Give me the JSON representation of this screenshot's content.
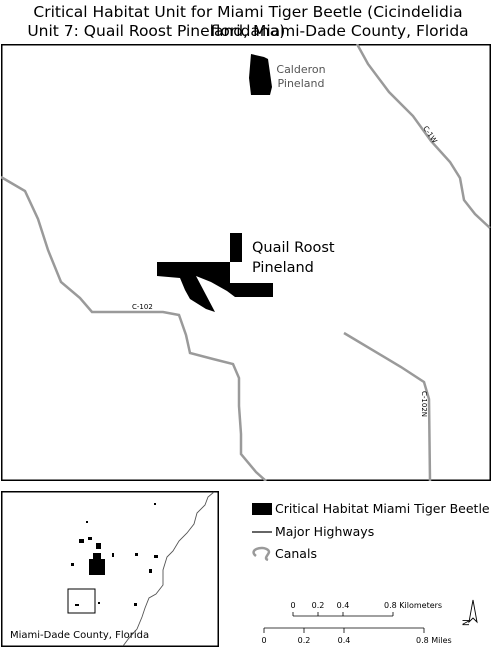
{
  "title": {
    "line1": "Critical Habitat Unit for Miami Tiger Beetle (Cicindelidia floridana)",
    "line2": "Unit 7: Quail Roost Pineland, Miami-Dade County, Florida"
  },
  "main_map": {
    "places": {
      "calderon_line1": "Calderon",
      "calderon_line2": "Pineland",
      "quail_line1": "Quail Roost",
      "quail_line2": "Pineland"
    },
    "canals": {
      "c1w": "C-1W",
      "c102": "C-102",
      "c102n": "C-102N"
    },
    "north_arrow": "N"
  },
  "inset": {
    "label": "Miami-Dade County, Florida"
  },
  "legend": {
    "habitat": "Critical Habitat Miami Tiger Beetle",
    "highways": "Major Highways",
    "canals": "Canals"
  },
  "scale": {
    "km_ticks": [
      "0",
      "0.2",
      "0.4",
      "0.8 Kilometers"
    ],
    "mi_ticks": [
      "0",
      "0.2",
      "0.4",
      "0.8 Miles"
    ]
  },
  "colors": {
    "habitat": "#000000",
    "highway": "#333333",
    "canal": "#9a9a9a",
    "frame": "#000000"
  }
}
